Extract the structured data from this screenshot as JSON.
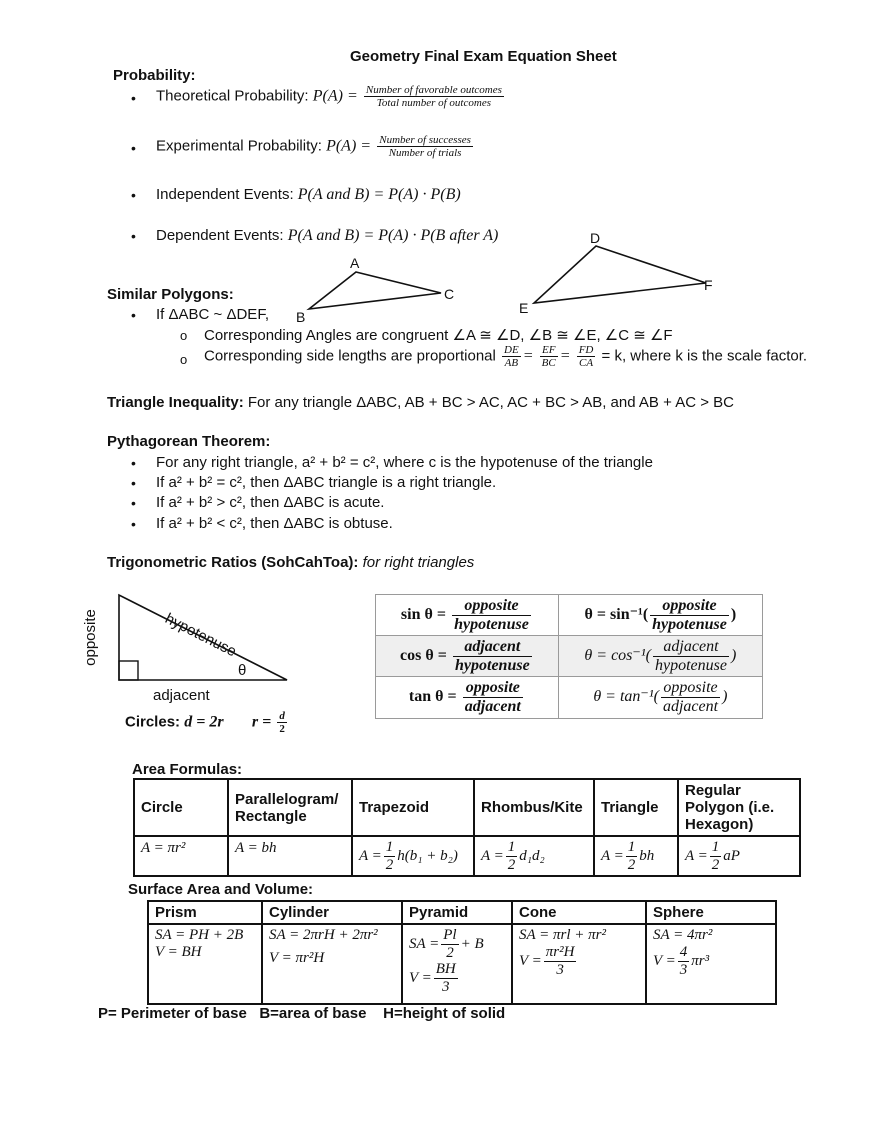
{
  "title": "Geometry Final Exam Equation Sheet",
  "probability": {
    "heading": "Probability:",
    "theoretical_label": "Theoretical Probability: ",
    "theoretical_lhs": "P(A) =",
    "theoretical_num": "Number of favorable outcomes",
    "theoretical_den": "Total number of outcomes",
    "experimental_label": "Experimental Probability: ",
    "experimental_lhs": "P(A) =",
    "experimental_num": "Number of successes",
    "experimental_den": "Number of trials",
    "independent_label": "Independent Events: ",
    "independent_formula": "P(A and B) = P(A) · P(B)",
    "dependent_label": "Dependent Events: ",
    "dependent_formula": "P(A and B) = P(A) · P(B after A)"
  },
  "similar": {
    "heading": "Similar Polygons:",
    "if_text": "If ΔABC ~ ΔDEF,",
    "angles_text": "Corresponding Angles are congruent ∠A ≅ ∠D,  ∠B ≅ ∠E,  ∠C ≅ ∠F",
    "sides_text": "Corresponding side lengths are proportional",
    "ratio1_num": "DE",
    "ratio1_den": "AB",
    "ratio2_num": "EF",
    "ratio2_den": "BC",
    "ratio3_num": "FD",
    "ratio3_den": "CA",
    "sides_tail": "= k, where k is the scale factor.",
    "labels": {
      "A": "A",
      "B": "B",
      "C": "C",
      "D": "D",
      "E": "E",
      "F": "F"
    }
  },
  "triangle_inequality": {
    "heading": "Triangle Inequality:",
    "text": " For any triangle ΔABC, AB + BC > AC, AC + BC > AB, and  AB + AC > BC"
  },
  "pythagorean": {
    "heading": "Pythagorean Theorem:",
    "items": [
      "For any right triangle, a² + b² = c², where c is the hypotenuse of the triangle",
      "If a² + b² = c², then ΔABC triangle is a right triangle.",
      "If a² + b² > c², then ΔABC is acute.",
      "If a² + b² < c², then ΔABC is obtuse."
    ]
  },
  "trig": {
    "heading": "Trigonometric Ratios (SohCahToa):",
    "heading_note": " for right triangles",
    "labels": {
      "opposite": "opposite",
      "hypotenuse": "hypotenuse",
      "adjacent": "adjacent",
      "theta": "θ"
    },
    "rows": [
      {
        "left_fn": "sin θ =",
        "left_num": "opposite",
        "left_den": "hypotenuse",
        "right_fn": "θ = sin⁻¹(",
        "right_num": "opposite",
        "right_den": "hypotenuse"
      },
      {
        "left_fn": "cos θ =",
        "left_num": "adjacent",
        "left_den": "hypotenuse",
        "right_fn": "θ = cos⁻¹(",
        "right_num": "adjacent",
        "right_den": "hypotenuse"
      },
      {
        "left_fn": "tan θ =",
        "left_num": "opposite",
        "left_den": "adjacent",
        "right_fn": "θ = tan⁻¹(",
        "right_num": "opposite",
        "right_den": "adjacent"
      }
    ],
    "close_paren": ")"
  },
  "circles": {
    "label": "Circles: ",
    "diameter": "d = 2r",
    "radius_lhs": "r =",
    "radius_num": "d",
    "radius_den": "2"
  },
  "area": {
    "heading": "Area Formulas:",
    "headers": [
      "Circle",
      "Parallelogram/ Rectangle",
      "Trapezoid",
      "Rhombus/Kite",
      "Triangle",
      "Regular Polygon (i.e. Hexagon)"
    ],
    "circle": "A = πr²",
    "parallelogram": "A = bh",
    "trapezoid_lhs": "A =",
    "trapezoid_rhs": "h(b₁ + b₂)",
    "rhombus_lhs": "A =",
    "rhombus_rhs": "d₁d₂",
    "triangle_lhs": "A =",
    "triangle_rhs": "bh",
    "polygon_lhs": "A =",
    "polygon_rhs": "aP",
    "half_num": "1",
    "half_den": "2"
  },
  "surface": {
    "heading": "Surface Area and Volume:",
    "headers": [
      "Prism",
      "Cylinder",
      "Pyramid",
      "Cone",
      "Sphere"
    ],
    "prism_sa": "SA = PH + 2B",
    "prism_v": "V = BH",
    "cylinder_sa": "SA = 2πrH + 2πr²",
    "cylinder_v": "V = πr²H",
    "pyramid_sa_lhs": "SA =",
    "pyramid_sa_num": "Pl",
    "pyramid_sa_den": "2",
    "pyramid_sa_tail": "+ B",
    "pyramid_v_lhs": "V =",
    "pyramid_v_num": "BH",
    "pyramid_v_den": "3",
    "cone_sa": "SA = πrl + πr²",
    "cone_v_lhs": "V =",
    "cone_v_num": "πr²H",
    "cone_v_den": "3",
    "sphere_sa": "SA = 4πr²",
    "sphere_v_lhs": "V =",
    "sphere_v_num": "4",
    "sphere_v_den": "3",
    "sphere_v_tail": "πr³"
  },
  "footer": "P= Perimeter of base   B=area of base    H=height of solid"
}
